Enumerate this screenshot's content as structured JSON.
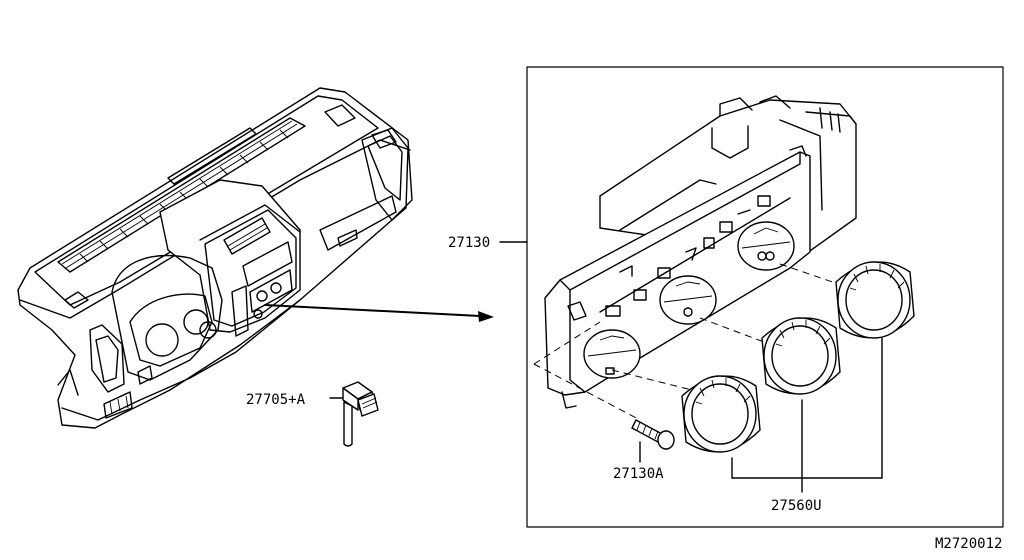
{
  "diagram": {
    "parts": [
      {
        "id": "27130",
        "label": "27130",
        "name": "heater-control-assembly"
      },
      {
        "id": "27130A",
        "label": "27130A",
        "name": "mounting-screw"
      },
      {
        "id": "27705+A",
        "label": "27705+A",
        "name": "sensor-connector"
      },
      {
        "id": "27560U",
        "label": "27560U",
        "name": "control-knob"
      }
    ],
    "figure_code": "M2720012"
  }
}
